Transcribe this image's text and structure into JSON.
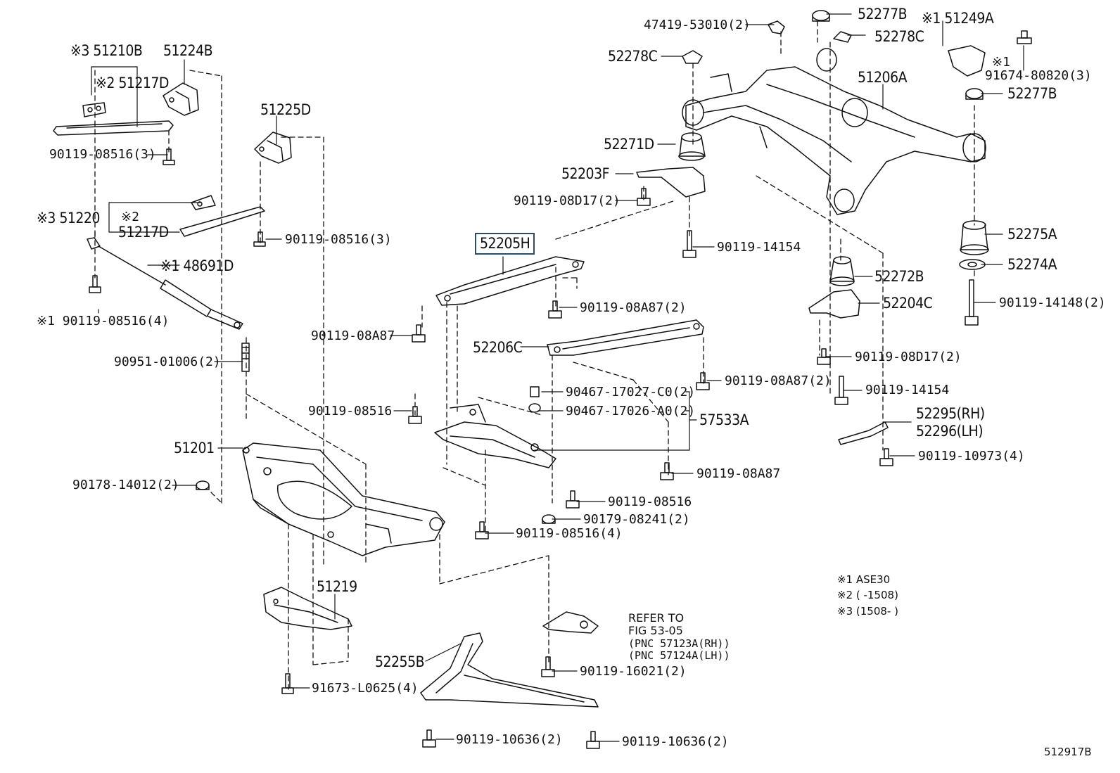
{
  "diagram": {
    "figure_id": "512917B",
    "labels": {
      "p51210B": "※3 51210B",
      "p51224B": "51224B",
      "p51217D_top": "※2 51217D",
      "p90119_08516_3a": "90119-08516(3)",
      "p51225D": "51225D",
      "p51220": "※3 51220",
      "p51217D_mid_mark": "※2",
      "p51217D_mid": "51217D",
      "p90119_08516_3b": "90119-08516(3)",
      "p48691D": "※1 48691D",
      "p90119_08516_4a": "※1 90119-08516(4)",
      "p90951": "90951-01006(2)",
      "p51201": "51201",
      "p90178": "90178-14012(2)",
      "p51219": "51219",
      "p91673": "91673-L0625(4)",
      "p52255B": "52255B",
      "p90119_10636_a": "90119-10636(2)",
      "p90119_10636_b": "90119-10636(2)",
      "p90119_16021": "90119-16021(2)",
      "p52205H": "52205H",
      "p90119_08A87_2a": "90119-08A87(2)",
      "p90119_08A87_a": "90119-08A87",
      "p52206C": "52206C",
      "p90119_08A87_2b": "90119-08A87(2)",
      "p90467_C0": "90467-17027-C0(2)",
      "p90467_A0": "90467-17026-A0(2)",
      "p57533A": "57533A",
      "p90119_08516_c": "90119-08516",
      "p90119_08A87_b": "90119-08A87",
      "p90119_08516_d": "90119-08516",
      "p90179": "90179-08241(2)",
      "p90119_08516_4b": "90119-08516(4)",
      "p47419": "47419-53010(2)",
      "p52277B_top": "52277B",
      "p52278C_top": "52278C",
      "p51249A": "※1 51249A",
      "p91674_mark": "※1",
      "p91674": "91674-80820(3)",
      "p52278C_left": "52278C",
      "p51206A": "51206A",
      "p52277B_right": "52277B",
      "p52271D": "52271D",
      "p52203F": "52203F",
      "p90119_08D17_a": "90119-08D17(2)",
      "p90119_14154_a": "90119-14154",
      "p52275A": "52275A",
      "p52274A": "52274A",
      "p52272B": "52272B",
      "p52204C": "52204C",
      "p90119_14148": "90119-14148(2)",
      "p90119_08D17_b": "90119-08D17(2)",
      "p90119_14154_b": "90119-14154",
      "p52295": "52295(RH)",
      "p52296": "52296(LH)",
      "p90119_10973": "90119-10973(4)"
    },
    "refer": {
      "line1": "REFER TO",
      "line2": "FIG 53-05",
      "line3": "(PNC 57123A(RH))",
      "line4": "(PNC 57124A(LH))"
    },
    "legend": {
      "note1": "※1  ASE30",
      "note2": "※2 (    -1508)",
      "note3": "※3 (1508-    )"
    }
  },
  "colors": {
    "line": "#111111",
    "highlight_border": "#2f4a63",
    "background": "#ffffff"
  }
}
